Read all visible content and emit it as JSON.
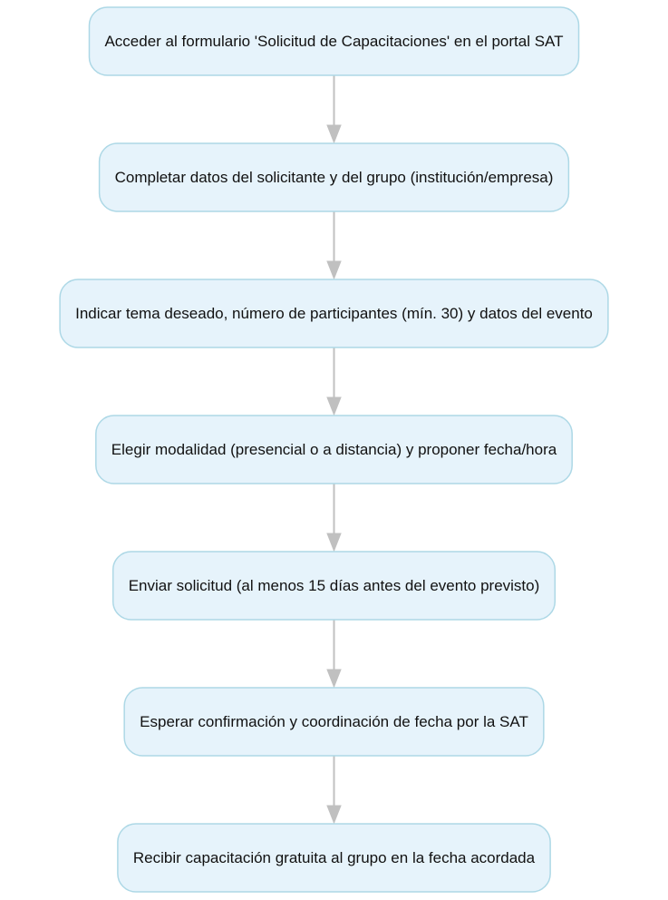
{
  "diagram": {
    "type": "flowchart",
    "direction": "top-to-bottom",
    "colors": {
      "node_fill": "#e6f3fb",
      "node_border": "#add8e6",
      "edge": "#c0c0c0",
      "text": "#111111"
    },
    "steps": [
      {
        "label": "Acceder al formulario 'Solicitud de Capacitaciones' en el portal SAT"
      },
      {
        "label": "Completar datos del solicitante y del grupo (institución/empresa)"
      },
      {
        "label": "Indicar tema deseado, número de participantes (mín. 30) y datos del evento"
      },
      {
        "label": "Elegir modalidad (presencial o a distancia) y proponer fecha/hora"
      },
      {
        "label": "Enviar solicitud (al menos 15 días antes del evento previsto)"
      },
      {
        "label": "Esperar confirmación y coordinación de fecha por la SAT"
      },
      {
        "label": "Recibir capacitación gratuita al grupo en la fecha acordada"
      }
    ]
  }
}
